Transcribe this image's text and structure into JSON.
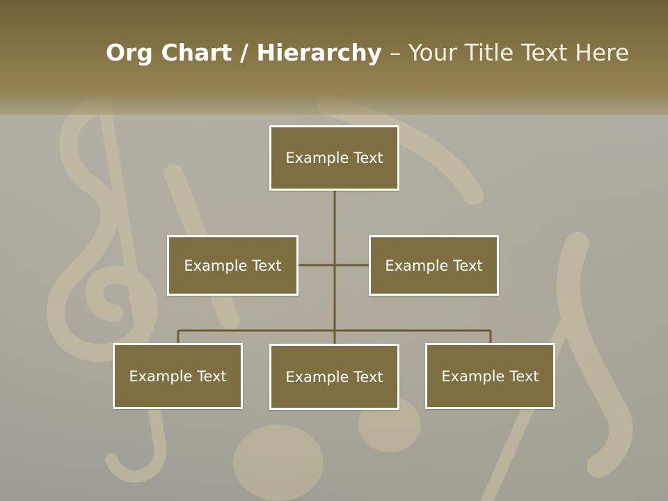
{
  "slide": {
    "title_bold": "Org Chart / Hierarchy",
    "title_sep": " – ",
    "title_rest": "Your Title Text Here"
  },
  "org_chart": {
    "root": {
      "label": "Example Text"
    },
    "assistants": [
      {
        "label": "Example Text"
      },
      {
        "label": "Example Text"
      }
    ],
    "children": [
      {
        "label": "Example Text"
      },
      {
        "label": "Example Text"
      },
      {
        "label": "Example Text"
      }
    ]
  },
  "colors": {
    "title_bar": "#857546",
    "node_fill": "#7e6f43",
    "node_border": "#ffffff",
    "connector": "#6b5c34"
  },
  "background": {
    "motif": "music-notes-treble-clef"
  }
}
